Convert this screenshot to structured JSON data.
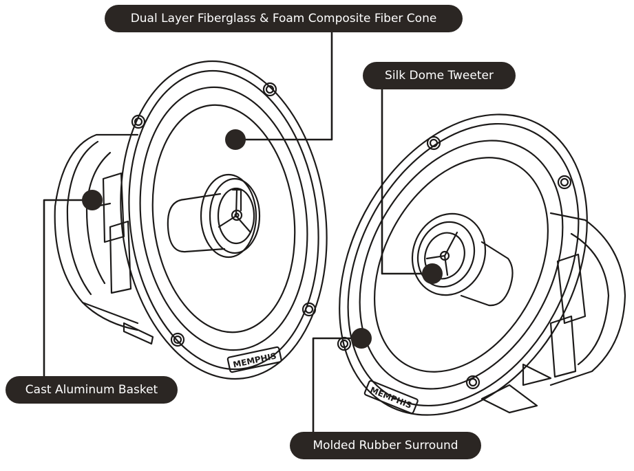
{
  "labels": {
    "cone": "Dual Layer Fiberglass & Foam Composite Fiber Cone",
    "tweeter": "Silk Dome Tweeter",
    "basket": "Cast Aluminum Basket",
    "surround": "Molded Rubber Surround"
  },
  "brand": {
    "logo_left": "MEMPHIS",
    "logo_right": "MEMPHIS"
  },
  "colors": {
    "ink": "#1c1a19",
    "pill": "#2b2623",
    "pill_text": "#ffffff",
    "paper": "#ffffff"
  }
}
